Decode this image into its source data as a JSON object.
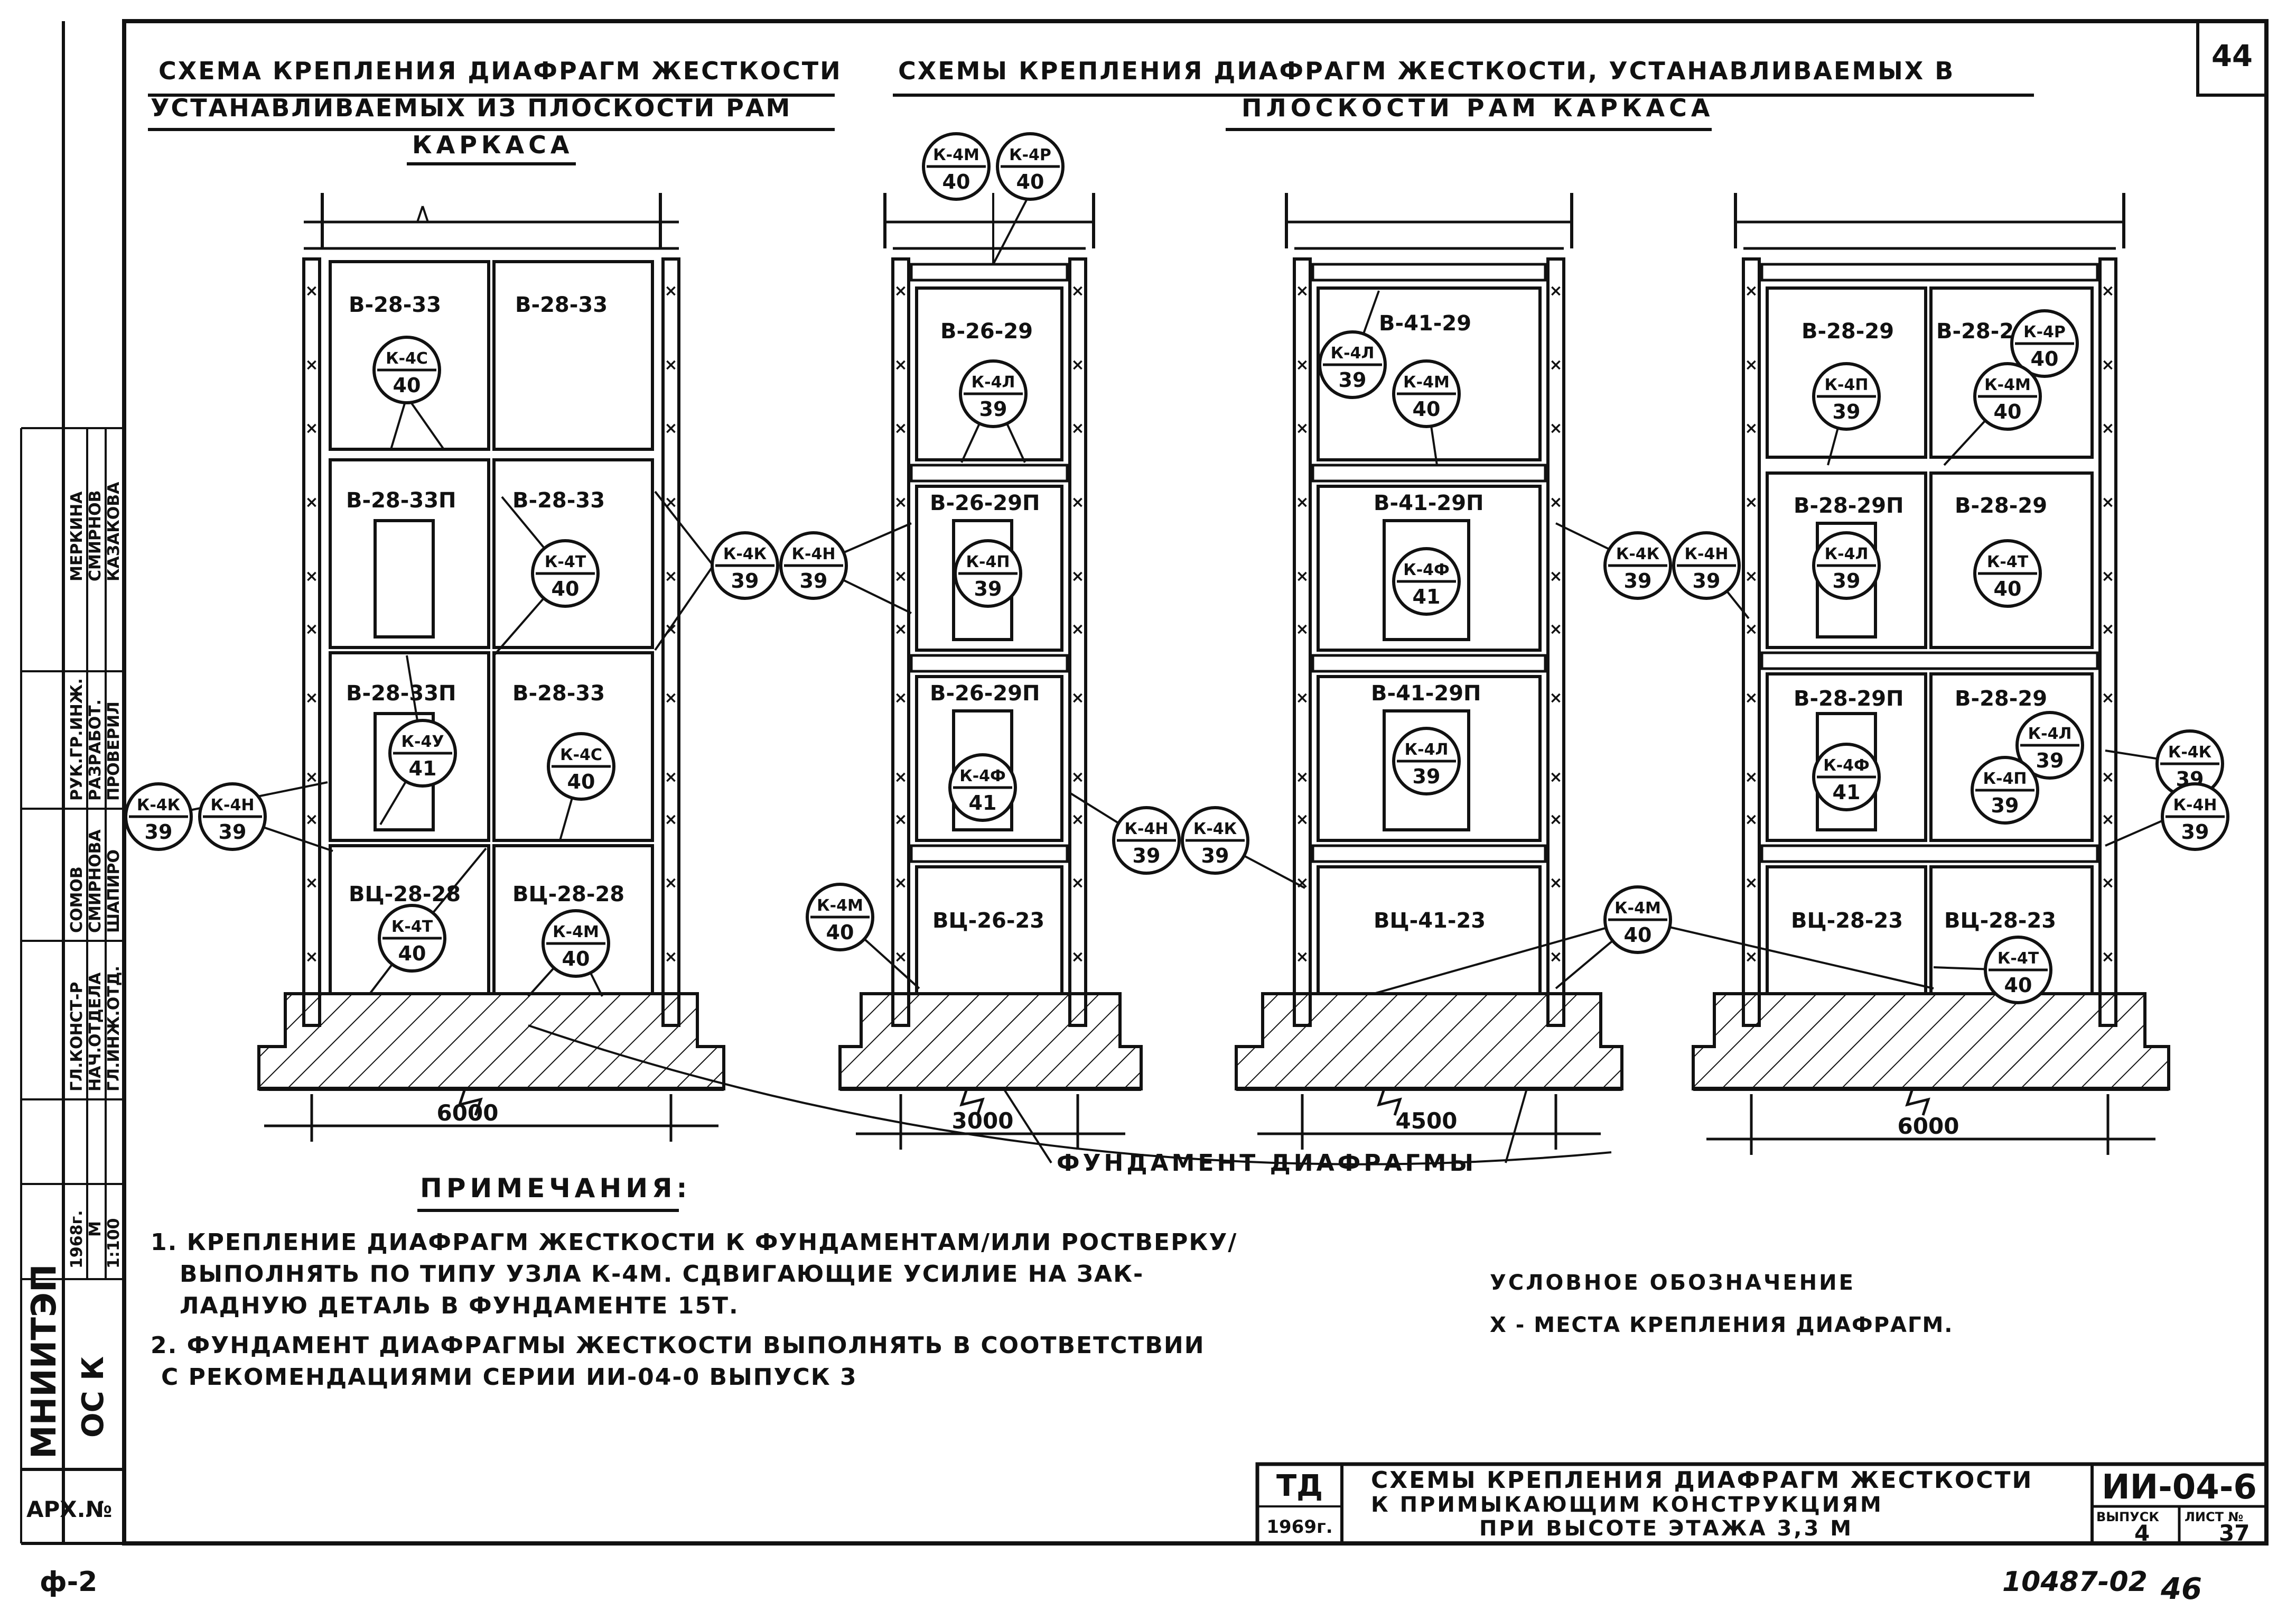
{
  "sheet": {
    "page_number": "44",
    "bottom_left_code": "ф-2",
    "archive_label": "АРХ.№",
    "bottom_number": "10487-02",
    "bottom_page": "46"
  },
  "left_stamp": {
    "org": "МНИИТЭП",
    "sheet_code": "ОС К",
    "year": "1968г.",
    "scale_label": "М",
    "scale": "1:100",
    "roles": [
      "ГЛ.КОНСТ-Р",
      "НАЧ.ОТДЕЛА",
      "ГЛ.ИНЖ.ОТД.",
      "РУК.ГР.ИНЖ.",
      "РАЗРАБОТ.",
      "ПРОВЕРИЛ"
    ],
    "names": [
      "СОМОВ",
      "СМИРНОВА",
      "ШАПИРО",
      "МЕРКИНА",
      "СМИРНОВ",
      "КАЗАКОВА"
    ]
  },
  "headings": {
    "left_line1": "СХЕМА КРЕПЛЕНИЯ ДИАФРАГМ ЖЕСТКОСТИ",
    "left_line2": "УСТАНАВЛИВАЕМЫХ ИЗ ПЛОСКОСТИ РАМ",
    "left_line3": "КАРКАСА",
    "right_line1": "СХЕМЫ КРЕПЛЕНИЯ ДИАФРАГМ ЖЕСТКОСТИ, УСТАНАВЛИВАЕМЫХ В",
    "right_line2": "ПЛОСКОСТИ РАМ КАРКАСА"
  },
  "frames": [
    {
      "span": "6000",
      "panels": [
        "В-28-33",
        "В-28-33",
        "В-28-33П",
        "В-28-33",
        "В-28-33П",
        "В-28-33",
        "ВЦ-28-28",
        "ВЦ-28-28"
      ],
      "nodes": [
        {
          "code": "К-4С",
          "sheet": "40"
        },
        {
          "code": "К-4Т",
          "sheet": "40"
        },
        {
          "code": "К-4У",
          "sheet": "41"
        },
        {
          "code": "К-4С",
          "sheet": "40"
        },
        {
          "code": "К-4Т",
          "sheet": "40"
        },
        {
          "code": "К-4М",
          "sheet": "40"
        }
      ]
    },
    {
      "span": "3000",
      "panels": [
        "В-26-29",
        "В-26-29П",
        "В-26-29П",
        "ВЦ-26-23"
      ],
      "nodes": [
        {
          "code": "К-4М",
          "sheet": "40"
        },
        {
          "code": "К-4Р",
          "sheet": "40"
        },
        {
          "code": "К-4Л",
          "sheet": "39"
        },
        {
          "code": "К-4П",
          "sheet": "39"
        },
        {
          "code": "К-4Ф",
          "sheet": "41"
        },
        {
          "code": "К-4М",
          "sheet": "40"
        }
      ]
    },
    {
      "span": "4500",
      "panels": [
        "В-41-29",
        "В-41-29П",
        "В-41-29П",
        "ВЦ-41-23"
      ],
      "nodes": [
        {
          "code": "К-4Л",
          "sheet": "39"
        },
        {
          "code": "К-4М",
          "sheet": "40"
        },
        {
          "code": "К-4Ф",
          "sheet": "41"
        },
        {
          "code": "К-4Л",
          "sheet": "39"
        },
        {
          "code": "К-4М",
          "sheet": "40"
        }
      ]
    },
    {
      "span": "6000",
      "panels": [
        "В-28-29",
        "В-28-29",
        "В-28-29П",
        "В-28-29",
        "В-28-29П",
        "В-28-29",
        "ВЦ-28-23",
        "ВЦ-28-23"
      ],
      "nodes": [
        {
          "code": "К-4Р",
          "sheet": "40"
        },
        {
          "code": "К-4П",
          "sheet": "39"
        },
        {
          "code": "К-4М",
          "sheet": "40"
        },
        {
          "code": "К-4Л",
          "sheet": "39"
        },
        {
          "code": "К-4Т",
          "sheet": "40"
        },
        {
          "code": "К-4Ф",
          "sheet": "41"
        },
        {
          "code": "К-4Л",
          "sheet": "39"
        },
        {
          "code": "К-4П",
          "sheet": "39"
        },
        {
          "code": "К-4Т",
          "sheet": "40"
        }
      ]
    }
  ],
  "side_nodes": [
    {
      "code": "К-4К",
      "sheet": "39"
    },
    {
      "code": "К-4Н",
      "sheet": "39"
    },
    {
      "code": "К-4К",
      "sheet": "39"
    },
    {
      "code": "К-4Н",
      "sheet": "39"
    },
    {
      "code": "К-4Н",
      "sheet": "39"
    },
    {
      "code": "К-4К",
      "sheet": "39"
    },
    {
      "code": "К-4К",
      "sheet": "39"
    },
    {
      "code": "К-4Н",
      "sheet": "39"
    },
    {
      "code": "К-4К",
      "sheet": "39"
    },
    {
      "code": "К-4Н",
      "sheet": "39"
    }
  ],
  "foundation_label": "ФУНДАМЕНТ ДИАФРАГМЫ",
  "notes": {
    "title": "ПРИМЕЧАНИЯ:",
    "items": [
      "1. КРЕПЛЕНИЕ ДИАФРАГМ ЖЕСТКОСТИ К ФУНДАМЕНТАМ/ИЛИ РОСТВЕРКУ/",
      "ВЫПОЛНЯТЬ ПО ТИПУ УЗЛА К-4М. СДВИГАЮЩИЕ УСИЛИЕ НА ЗАК-",
      "ЛАДНУЮ ДЕТАЛЬ В ФУНДАМЕНТЕ 15Т.",
      "2. ФУНДАМЕНТ ДИАФРАГМЫ ЖЕСТКОСТИ ВЫПОЛНЯТЬ В СООТВЕТСТВИИ",
      "С РЕКОМЕНДАЦИЯМИ СЕРИИ ИИ-04-0 ВЫПУСК 3"
    ]
  },
  "legend": {
    "title": "УСЛОВНОЕ ОБОЗНАЧЕНИЕ",
    "text": "Х - МЕСТА КРЕПЛЕНИЯ ДИАФРАГМ."
  },
  "title_block": {
    "org": "ТД",
    "year": "1969г.",
    "title_line1": "СХЕМЫ КРЕПЛЕНИЯ ДИАФРАГМ ЖЕСТКОСТИ",
    "title_line2": "К ПРИМЫКАЮЩИМ КОНСТРУКЦИЯМ",
    "title_line3": "ПРИ ВЫСОТЕ ЭТАЖА 3,3 М",
    "series": "ИИ-04-6",
    "issue_label": "ВЫПУСК",
    "issue": "4",
    "sheet_label": "ЛИСТ №",
    "sheet": "37"
  }
}
